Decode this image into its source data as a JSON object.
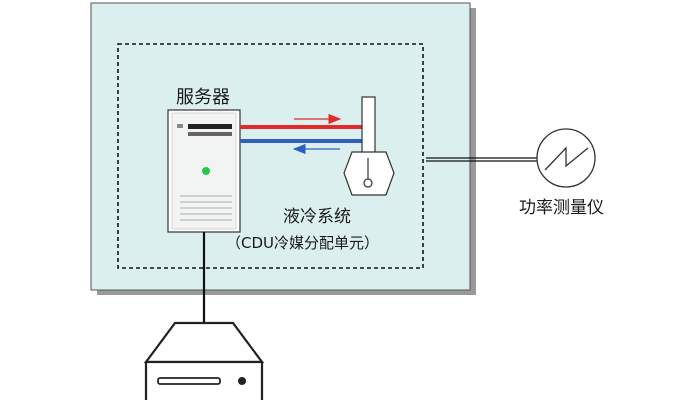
{
  "labels": {
    "server": "服务器",
    "liquid_cooling": "液冷系统",
    "cdu": "（CDU冷媒分配单元）",
    "power_meter": "功率测量仪"
  },
  "colors": {
    "panel_fill": "#dcefef",
    "hot_pipe": "#e32b2b",
    "cold_pipe": "#2f5fbf",
    "led": "#29c64a"
  }
}
